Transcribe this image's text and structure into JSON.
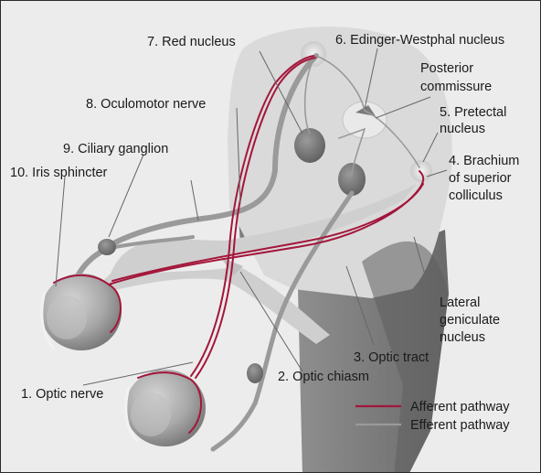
{
  "labels": {
    "red_nucleus": "7. Red nucleus",
    "edinger_westphal": "6. Edinger-Westphal nucleus",
    "posterior_commissure_1": "Posterior",
    "posterior_commissure_2": "commissure",
    "oculomotor_nerve": "8. Oculomotor nerve",
    "pretectal_1": "5. Pretectal",
    "pretectal_2": "nucleus",
    "ciliary_ganglion": "9. Ciliary ganglion",
    "brachium_1": "4. Brachium",
    "brachium_2": "of superior",
    "brachium_3": "colliculus",
    "iris_sphincter": "10. Iris sphincter",
    "lgn_1": "Lateral",
    "lgn_2": "geniculate",
    "lgn_3": "nucleus",
    "optic_tract": "3. Optic tract",
    "optic_chiasm": "2. Optic chiasm",
    "optic_nerve": "1. Optic nerve"
  },
  "legend": {
    "afferent": "Afferent pathway",
    "efferent": "Efferent pathway"
  },
  "colors": {
    "afferent": "#a3163a",
    "efferent": "#9a9a9a",
    "background": "#ececec",
    "tissue": "#d6d6d6",
    "nucleus": "#7a7a7a"
  }
}
